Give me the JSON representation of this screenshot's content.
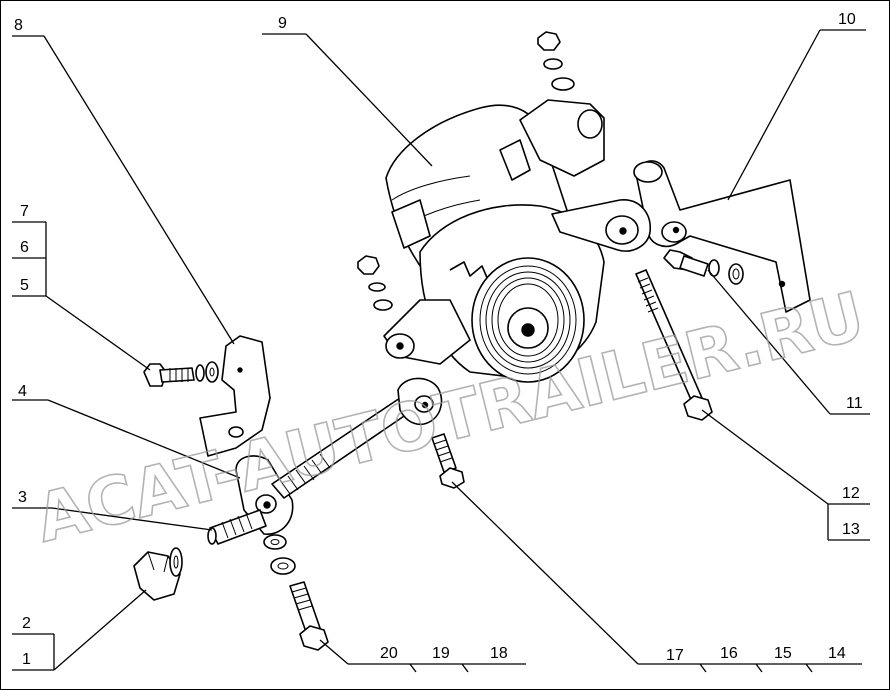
{
  "watermark": "ACAT-AUTOTRAILER.RU",
  "callouts": {
    "c1": "1",
    "c2": "2",
    "c3": "3",
    "c4": "4",
    "c5": "5",
    "c6": "6",
    "c7": "7",
    "c8": "8",
    "c9": "9",
    "c10": "10",
    "c11": "11",
    "c12": "12",
    "c13": "13",
    "c14": "14",
    "c15": "15",
    "c16": "16",
    "c17": "17",
    "c18": "18",
    "c19": "19",
    "c20": "20"
  }
}
